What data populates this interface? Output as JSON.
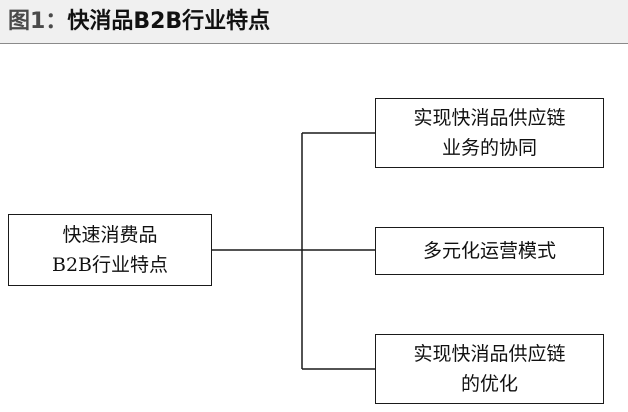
{
  "title": {
    "figure_label": "图1：",
    "text": "快消品B2B行业特点"
  },
  "diagram": {
    "root": {
      "line1": "快速消费品",
      "line2": "B2B行业特点"
    },
    "branches": [
      {
        "line1": "实现快消品供应链",
        "line2": "业务的协同"
      },
      {
        "line1": "多元化运营模式"
      },
      {
        "line1": "实现快消品供应链",
        "line2": "的优化"
      }
    ]
  }
}
